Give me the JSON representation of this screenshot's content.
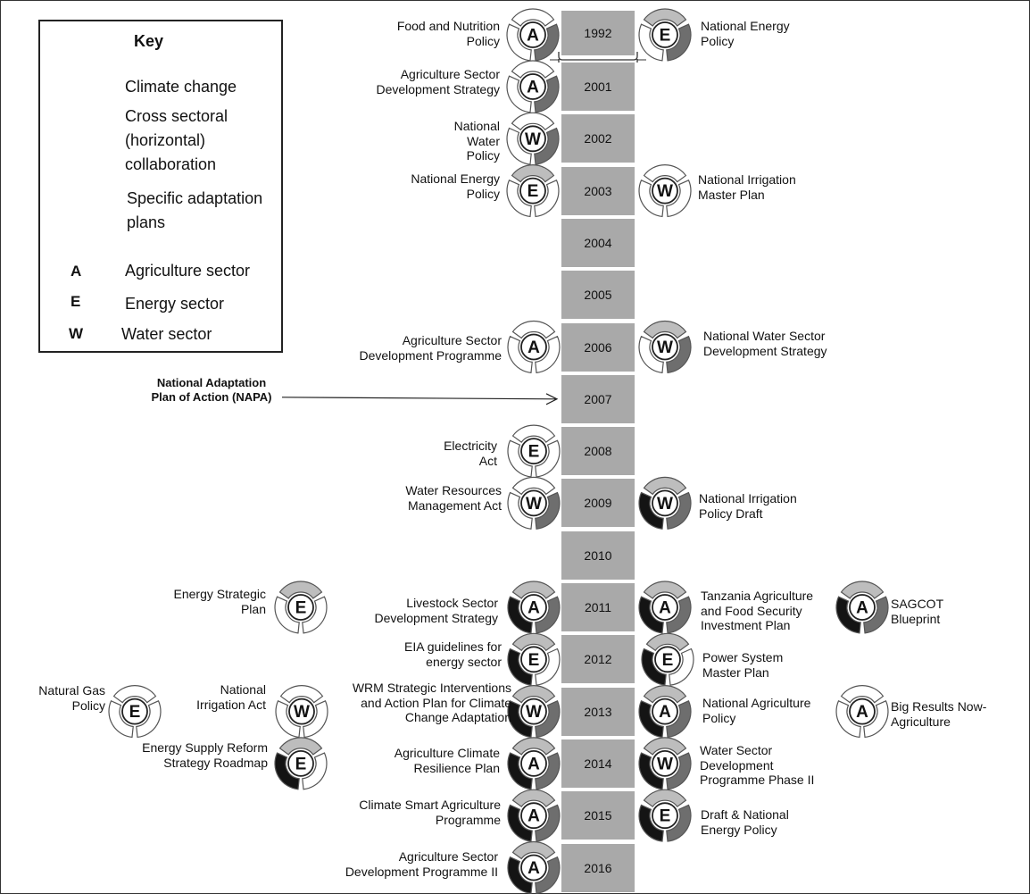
{
  "key": {
    "title": "Key",
    "items": [
      {
        "symbol": "climate",
        "text": "Climate change"
      },
      {
        "symbol": "cross",
        "text": "Cross sectoral (horizontal) collaboration"
      },
      {
        "symbol": "specific",
        "text": "Specific adaptation plans"
      },
      {
        "letter": "A",
        "text": "Agriculture sector"
      },
      {
        "letter": "E",
        "text": "Energy sector"
      },
      {
        "letter": "W",
        "text": "Water sector"
      }
    ]
  },
  "colors": {
    "year_box": "#a9a9a9",
    "climate_change": "#bdbdbd",
    "cross_sectoral": "#6e6e6e",
    "specific_adaptation": "#141414",
    "ring_outline": "#555555"
  },
  "years": [
    "1992",
    "2001",
    "2002",
    "2003",
    "2004",
    "2005",
    "2006",
    "2007",
    "2008",
    "2009",
    "2010",
    "2011",
    "2012",
    "2013",
    "2014",
    "2015",
    "2016"
  ],
  "napa": {
    "text": "National Adaptation Plan of Action (NAPA)",
    "year": "2007"
  },
  "policies": [
    {
      "year": "1992",
      "side": "left",
      "slot": 1,
      "letter": "A",
      "climate": false,
      "cross": true,
      "specific": false,
      "label": "Food and Nutrition Policy"
    },
    {
      "year": "1992",
      "side": "right",
      "slot": 1,
      "letter": "E",
      "climate": true,
      "cross": true,
      "specific": false,
      "label": "National Energy Policy"
    },
    {
      "year": "2001",
      "side": "left",
      "slot": 1,
      "letter": "A",
      "climate": false,
      "cross": true,
      "specific": false,
      "label": "Agriculture Sector Development Strategy"
    },
    {
      "year": "2002",
      "side": "left",
      "slot": 1,
      "letter": "W",
      "climate": false,
      "cross": true,
      "specific": false,
      "label": "National Water Policy"
    },
    {
      "year": "2003",
      "side": "left",
      "slot": 1,
      "letter": "E",
      "climate": true,
      "cross": false,
      "specific": false,
      "label": "National Energy Policy"
    },
    {
      "year": "2003",
      "side": "right",
      "slot": 1,
      "letter": "W",
      "climate": false,
      "cross": false,
      "specific": false,
      "label": "National Irrigation Master Plan"
    },
    {
      "year": "2006",
      "side": "left",
      "slot": 1,
      "letter": "A",
      "climate": false,
      "cross": false,
      "specific": false,
      "label": "Agriculture Sector Development Programme"
    },
    {
      "year": "2006",
      "side": "right",
      "slot": 1,
      "letter": "W",
      "climate": true,
      "cross": true,
      "specific": false,
      "label": "National Water Sector Development Strategy"
    },
    {
      "year": "2008",
      "side": "left",
      "slot": 1,
      "letter": "E",
      "climate": false,
      "cross": false,
      "specific": false,
      "label": "Electricity Act"
    },
    {
      "year": "2009",
      "side": "left",
      "slot": 1,
      "letter": "W",
      "climate": false,
      "cross": true,
      "specific": false,
      "label": "Water Resources Management Act"
    },
    {
      "year": "2009",
      "side": "right",
      "slot": 1,
      "letter": "W",
      "climate": true,
      "cross": true,
      "specific": true,
      "label": "National Irrigation Policy Draft"
    },
    {
      "year": "2011",
      "side": "left",
      "slot": 1,
      "letter": "A",
      "climate": true,
      "cross": true,
      "specific": true,
      "label": "Livestock Sector Development Strategy"
    },
    {
      "year": "2011",
      "side": "left",
      "slot": 2,
      "letter": "E",
      "climate": true,
      "cross": false,
      "specific": false,
      "label": "Energy Strategic Plan"
    },
    {
      "year": "2011",
      "side": "right",
      "slot": 1,
      "letter": "A",
      "climate": true,
      "cross": true,
      "specific": true,
      "label": "Tanzania Agriculture and Food Security Investment Plan"
    },
    {
      "year": "2011",
      "side": "right",
      "slot": 2,
      "letter": "A",
      "climate": true,
      "cross": true,
      "specific": true,
      "label": "SAGCOT Blueprint"
    },
    {
      "year": "2012",
      "side": "left",
      "slot": 1,
      "letter": "E",
      "climate": true,
      "cross": false,
      "specific": true,
      "label": "EIA guidelines for energy sector"
    },
    {
      "year": "2012",
      "side": "right",
      "slot": 1,
      "letter": "E",
      "climate": true,
      "cross": false,
      "specific": true,
      "label": "Power System Master Plan"
    },
    {
      "year": "2013",
      "side": "left",
      "slot": 1,
      "letter": "W",
      "climate": true,
      "cross": true,
      "specific": true,
      "label": "WRM Strategic Interventions and Action Plan for Climate Change Adaptation"
    },
    {
      "year": "2013",
      "side": "left",
      "slot": 2,
      "letter": "W",
      "climate": false,
      "cross": false,
      "specific": false,
      "label": "National Irrigation Act"
    },
    {
      "year": "2013",
      "side": "left",
      "slot": 3,
      "letter": "E",
      "climate": false,
      "cross": false,
      "specific": false,
      "label": "Natural Gas Policy"
    },
    {
      "year": "2013",
      "side": "right",
      "slot": 1,
      "letter": "A",
      "climate": true,
      "cross": true,
      "specific": true,
      "label": "National Agriculture Policy"
    },
    {
      "year": "2013",
      "side": "right",
      "slot": 2,
      "letter": "A",
      "climate": false,
      "cross": false,
      "specific": false,
      "label": "Big Results Now-Agriculture"
    },
    {
      "year": "2014",
      "side": "left",
      "slot": 1,
      "letter": "A",
      "climate": true,
      "cross": true,
      "specific": true,
      "label": "Agriculture Climate Resilience Plan"
    },
    {
      "year": "2014",
      "side": "left",
      "slot": 2,
      "letter": "E",
      "climate": true,
      "cross": false,
      "specific": true,
      "label": "Energy Supply Reform Strategy Roadmap"
    },
    {
      "year": "2014",
      "side": "right",
      "slot": 1,
      "letter": "W",
      "climate": true,
      "cross": true,
      "specific": true,
      "label": "Water Sector Development Programme Phase II"
    },
    {
      "year": "2015",
      "side": "left",
      "slot": 1,
      "letter": "A",
      "climate": true,
      "cross": true,
      "specific": true,
      "label": "Climate Smart Agriculture Programme"
    },
    {
      "year": "2015",
      "side": "right",
      "slot": 1,
      "letter": "E",
      "climate": true,
      "cross": true,
      "specific": true,
      "label": "Draft & National Energy Policy"
    },
    {
      "year": "2016",
      "side": "left",
      "slot": 1,
      "letter": "A",
      "climate": true,
      "cross": true,
      "specific": true,
      "label": "Agriculture Sector Development Programme II"
    }
  ]
}
